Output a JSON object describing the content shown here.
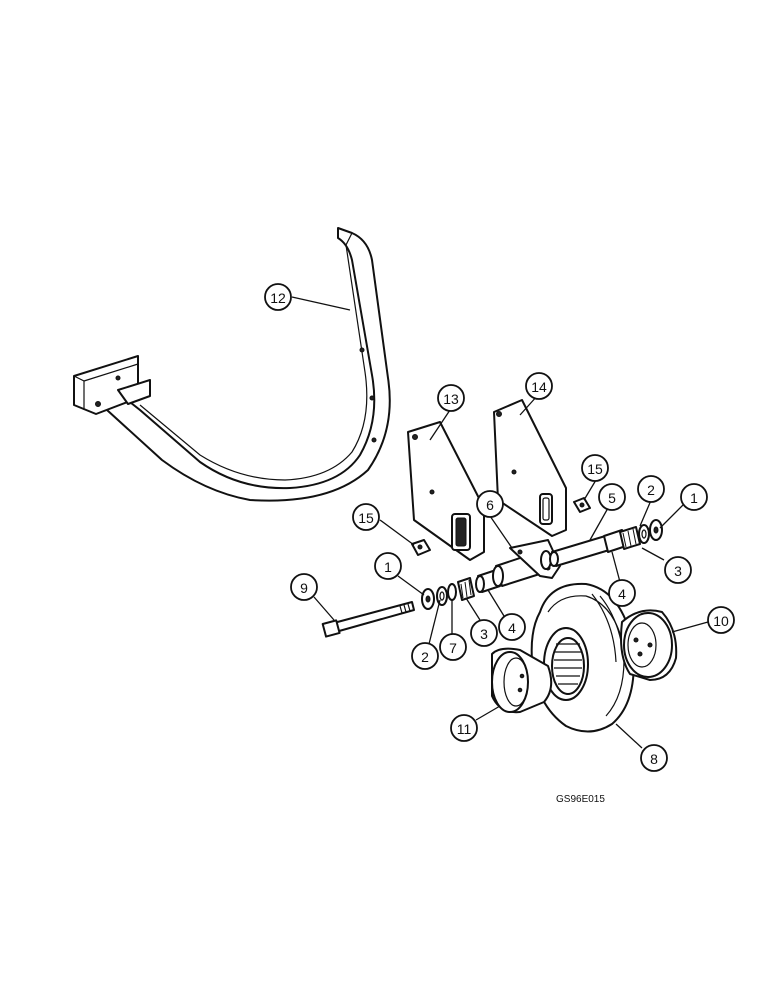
{
  "callouts": [
    "1",
    "1",
    "2",
    "2",
    "3",
    "3",
    "4",
    "4",
    "5",
    "6",
    "7",
    "8",
    "9",
    "10",
    "11",
    "12",
    "13",
    "14",
    "15",
    "15"
  ],
  "figure_code": "GS96E015"
}
